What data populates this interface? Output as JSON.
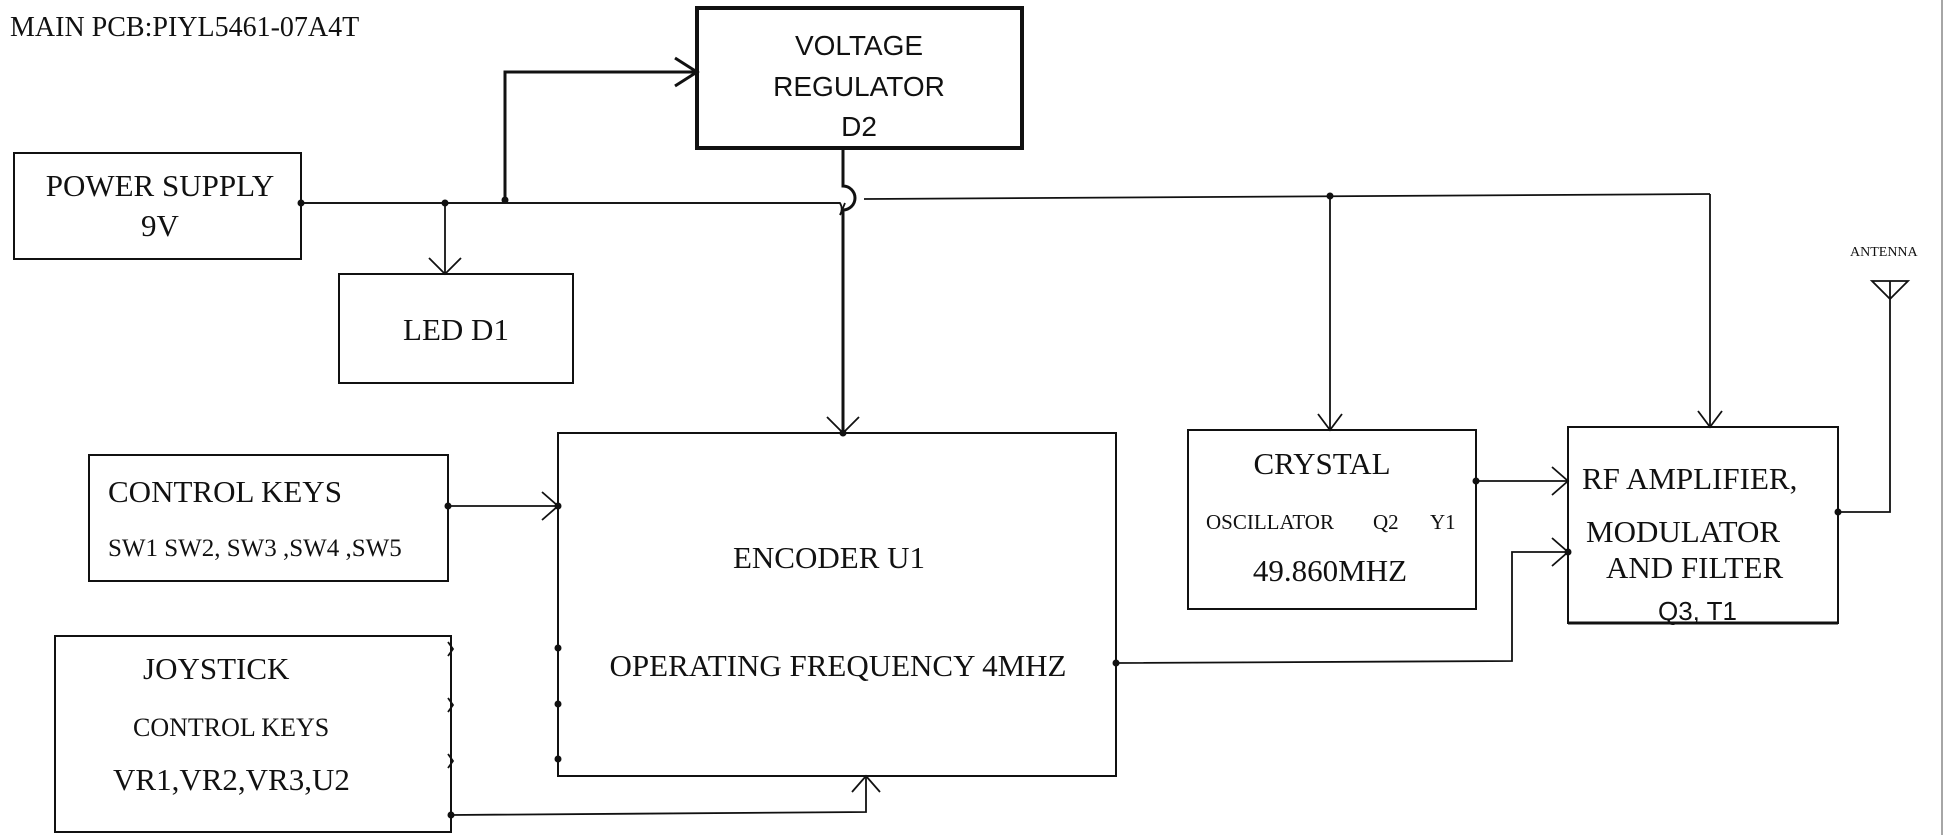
{
  "title": "MAIN PCB:PIYL5461-07A4T",
  "blocks": {
    "voltage_regulator": {
      "lines": [
        "VOLTAGE",
        "REGULATOR",
        "D2"
      ]
    },
    "power_supply": {
      "lines": [
        "POWER SUPPLY",
        "9V"
      ]
    },
    "led": {
      "lines": [
        "LED D1"
      ]
    },
    "control_keys": {
      "lines": [
        "CONTROL KEYS",
        "SW1 SW2, SW3 ,SW4 ,SW5"
      ]
    },
    "joystick": {
      "lines": [
        "JOYSTICK",
        "CONTROL KEYS",
        "VR1,VR2,VR3,U2"
      ]
    },
    "encoder": {
      "lines": [
        "ENCODER U1",
        "OPERATING FREQUENCY 4MHZ"
      ]
    },
    "crystal": {
      "lines": [
        "CRYSTAL",
        "OSCILLATOR",
        "Q2",
        "Y1",
        "49.860MHZ"
      ]
    },
    "rf_amplifier": {
      "lines": [
        "RF AMPLIFIER,",
        "MODULATOR",
        "AND FILTER",
        "Q3, T1"
      ]
    }
  },
  "antenna": {
    "label": "ANTENNA"
  }
}
